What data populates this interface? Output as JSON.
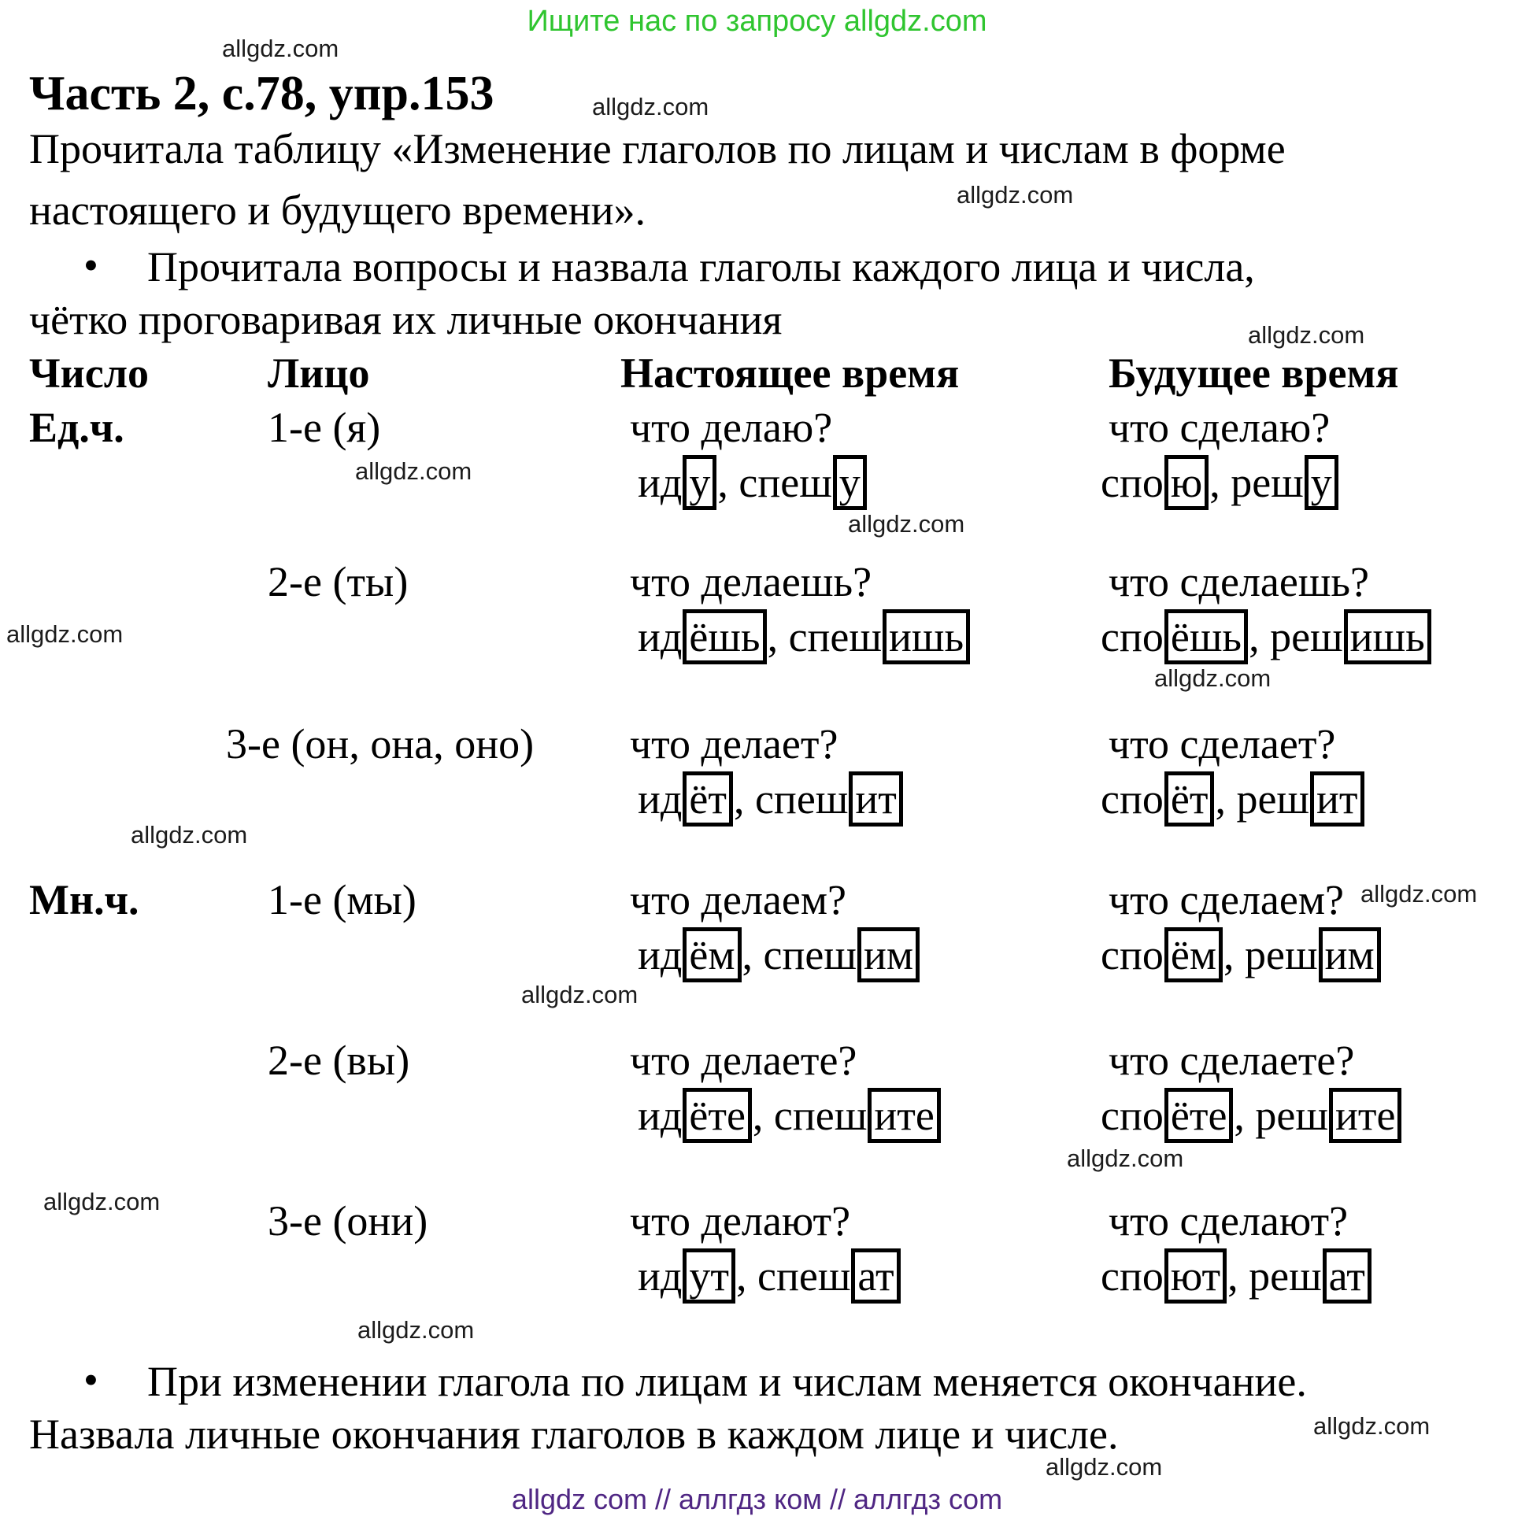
{
  "banner": {
    "text": "Ищите нас по запросу allgdz.com"
  },
  "watermark": {
    "text": "allgdz.com"
  },
  "title": "Часть 2, с.78, упр.153",
  "intro": {
    "line1": "Прочитала таблицу «Изменение глаголов по лицам и числам в форме",
    "line2": "настоящего и будущего времени»."
  },
  "bullet_char": "•",
  "bullet1": {
    "line1": "Прочитала вопросы и назвала глаголы каждого лица и числа,",
    "line2": "чётко проговаривая их личные окончания"
  },
  "table": {
    "headers": [
      "Число",
      "Лицо",
      "Настоящее время",
      "Будущее время"
    ],
    "rows": [
      {
        "number": "Ед.ч.",
        "person": "1-е (я)",
        "present": {
          "question": "что делаю?",
          "words": [
            {
              "stem": "ид",
              "ending": "у"
            },
            {
              "stem": "спеш",
              "ending": "у"
            }
          ]
        },
        "future": {
          "question": "что сделаю?",
          "words": [
            {
              "stem": "спо",
              "ending": "ю"
            },
            {
              "stem": "реш",
              "ending": "у"
            }
          ]
        }
      },
      {
        "number": "",
        "person": "2-е (ты)",
        "present": {
          "question": "что делаешь?",
          "words": [
            {
              "stem": "ид",
              "ending": "ёшь"
            },
            {
              "stem": "спеш",
              "ending": "ишь"
            }
          ]
        },
        "future": {
          "question": "что сделаешь?",
          "words": [
            {
              "stem": "спо",
              "ending": "ёшь"
            },
            {
              "stem": "реш",
              "ending": "ишь"
            }
          ]
        }
      },
      {
        "number": "",
        "person": "3-е (он, она, оно)",
        "present": {
          "question": "что делает?",
          "words": [
            {
              "stem": "ид",
              "ending": "ёт"
            },
            {
              "stem": "спеш",
              "ending": "ит"
            }
          ]
        },
        "future": {
          "question": "что сделает?",
          "words": [
            {
              "stem": "спо",
              "ending": "ёт"
            },
            {
              "stem": "реш",
              "ending": "ит"
            }
          ]
        }
      },
      {
        "number": "Мн.ч.",
        "person": "1-е (мы)",
        "present": {
          "question": "что делаем?",
          "words": [
            {
              "stem": "ид",
              "ending": "ём"
            },
            {
              "stem": "спеш",
              "ending": "им"
            }
          ]
        },
        "future": {
          "question": "что сделаем?",
          "words": [
            {
              "stem": "спо",
              "ending": "ём"
            },
            {
              "stem": "реш",
              "ending": "им"
            }
          ]
        }
      },
      {
        "number": "",
        "person": "2-е (вы)",
        "present": {
          "question": "что делаете?",
          "words": [
            {
              "stem": "ид",
              "ending": "ёте"
            },
            {
              "stem": "спеш",
              "ending": "ите"
            }
          ]
        },
        "future": {
          "question": "что сделаете?",
          "words": [
            {
              "stem": "спо",
              "ending": "ёте"
            },
            {
              "stem": "реш",
              "ending": "ите"
            }
          ]
        }
      },
      {
        "number": "",
        "person": "3-е (они)",
        "present": {
          "question": "что делают?",
          "words": [
            {
              "stem": "ид",
              "ending": "ут"
            },
            {
              "stem": "спеш",
              "ending": "ат"
            }
          ]
        },
        "future": {
          "question": "что сделают?",
          "words": [
            {
              "stem": "спо",
              "ending": "ют"
            },
            {
              "stem": "реш",
              "ending": "ат"
            }
          ]
        }
      }
    ]
  },
  "bullet2": {
    "line1": "При изменении глагола по лицам и числам меняется окончание.",
    "line2": "Назвала личные окончания глаголов в каждом лице и числе."
  },
  "footer": {
    "text": "allgdz com  //  аллгдз ком  //  аллгдз com"
  },
  "colors": {
    "banner_green": "#2fc52f",
    "footer_purple": "#4f2683",
    "text": "#000000",
    "background": "#ffffff"
  }
}
